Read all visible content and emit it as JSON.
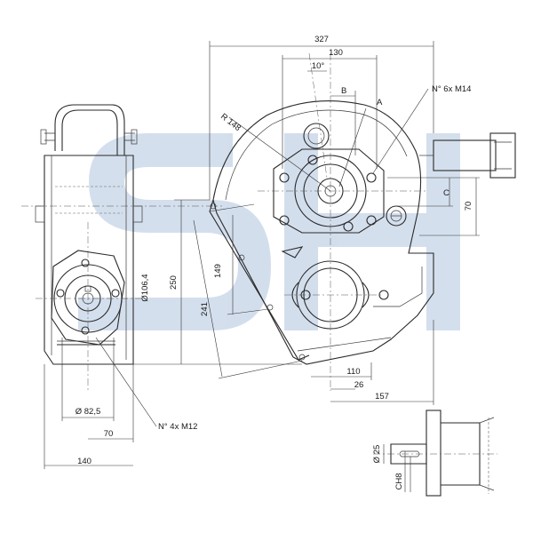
{
  "colors": {
    "line": "#2a2a2a",
    "watermark": "#a9bfdc"
  },
  "watermark": {
    "text": "SH"
  },
  "dimensions": {
    "top_width": "327",
    "top_flange": "130",
    "angle": "10°",
    "label_b": "B",
    "label_a": "A",
    "holes_top": "N° 6x M14",
    "radius": "R 148",
    "label_c": "C",
    "offset_70": "70",
    "height_250": "250",
    "height_149": "149",
    "height_241": "241",
    "dia_flange": "Ø106,4",
    "dia_pilot": "Ø 82,5",
    "holes_left": "N° 4x M12",
    "left_70": "70",
    "left_140": "140",
    "bottom_110": "110",
    "bottom_26": "26",
    "bottom_157": "157",
    "shaft_dia": "Ø 25",
    "key": "CH8"
  }
}
